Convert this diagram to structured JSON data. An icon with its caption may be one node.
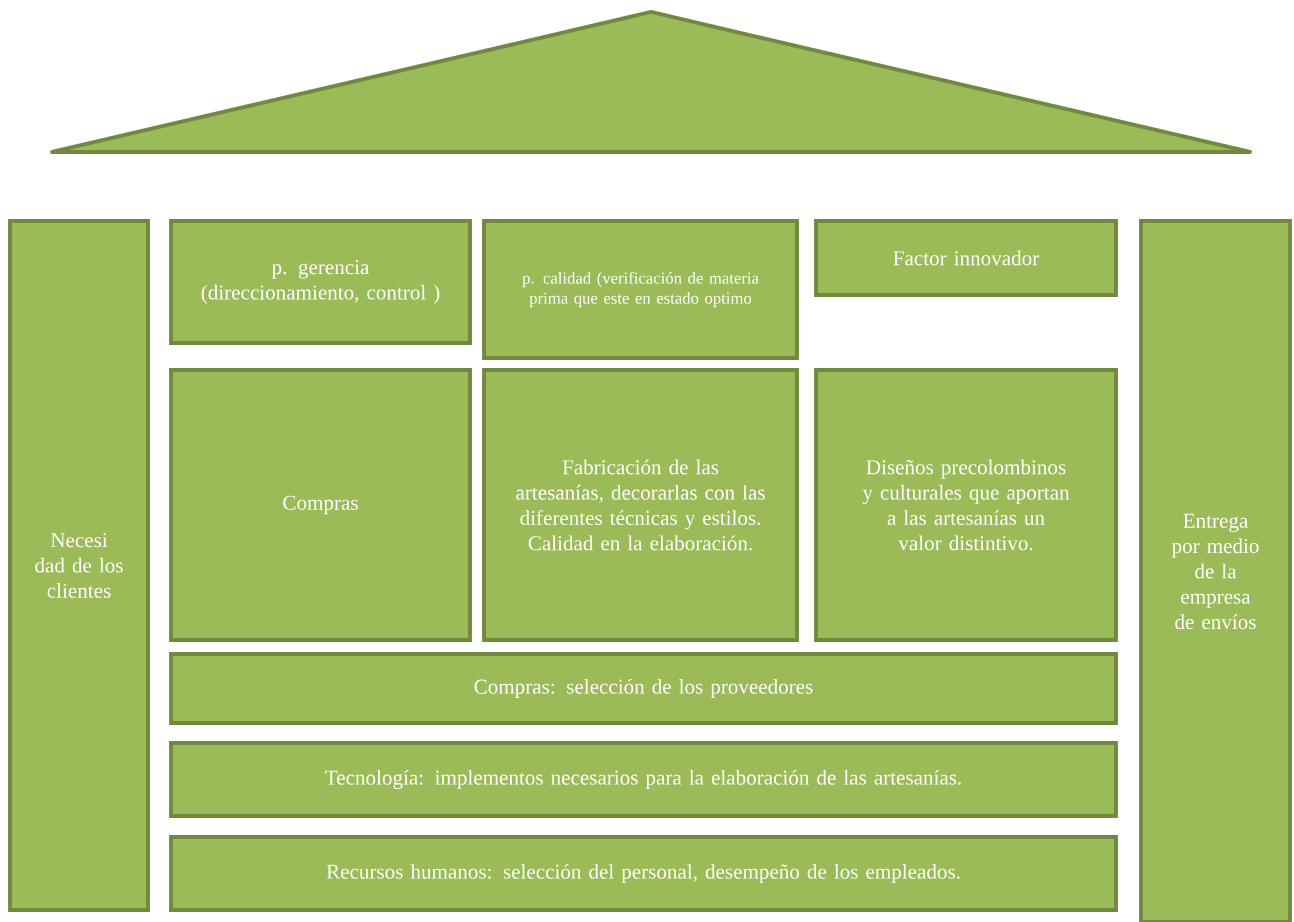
{
  "diagram": {
    "nodes": [
      {
        "text": [],
        "shape": "triangle"
      },
      {
        "text": [
          "Necesi dad de los clientes"
        ]
      },
      {
        "text": [
          "p. gerencia (direccionamiento, control )"
        ]
      },
      {
        "text": [
          "p. calidad (verificación de materia prima que este en estado optimo"
        ]
      },
      {
        "text": [
          "Factor innovador"
        ]
      },
      {
        "text": [
          "Compras"
        ]
      },
      {
        "text": [
          "Fabricación de las artesanías, decorarlas con las diferentes técnicas y estilos. Calidad en la elaboración."
        ]
      },
      {
        "text": [
          "Diseños precolombinos y culturales que aportan a las artesanías un valor distintivo."
        ]
      },
      {
        "text": [
          "Compras: selección de los proveedores"
        ]
      },
      {
        "text": [
          "Tecnología: implementos necesarios para la elaboración de las artesanías."
        ]
      },
      {
        "text": [
          "Recursos humanos: selección del personal, desempeño de los empleados."
        ]
      },
      {
        "text": [
          "Entrega por medio de la empresa de envíos"
        ]
      }
    ]
  }
}
